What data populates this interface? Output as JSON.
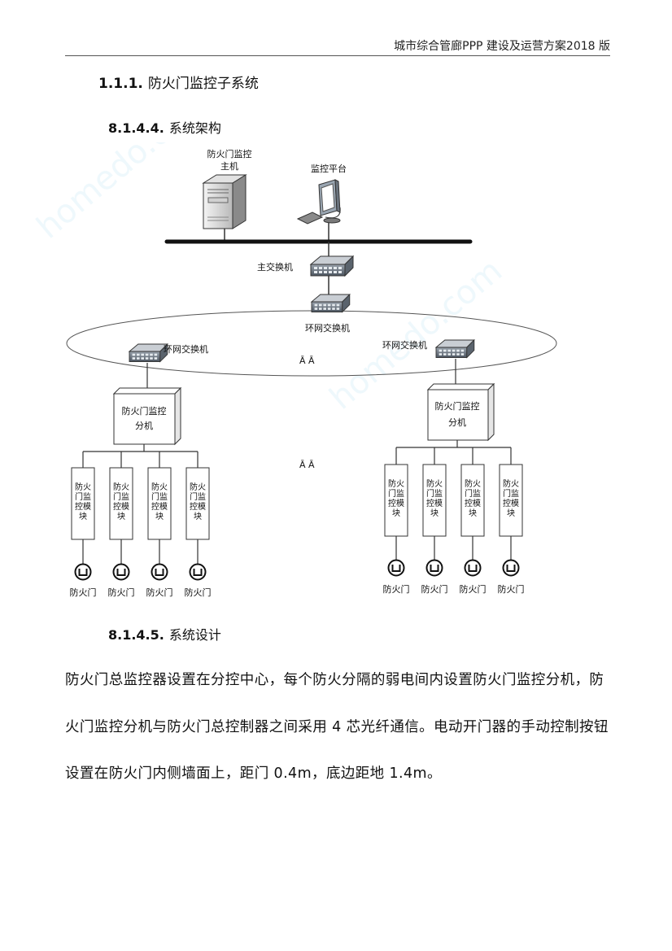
{
  "header": {
    "title": "城市综合管廊PPP 建设及运营方案2018 版"
  },
  "section": {
    "number": "1.1.1.",
    "title": "防火门监控子系统"
  },
  "sub1": {
    "number": "8.1.4.4.",
    "title": "系统架构"
  },
  "sub2": {
    "number": "8.1.4.5.",
    "title": "系统设计"
  },
  "diagram": {
    "host_label_1": "防火门监控",
    "host_label_2": "主机",
    "platform_label": "监控平台",
    "main_switch_label": "主交换机",
    "ring_switch_label": "环网交换机",
    "ellipsis": "Ā Ā",
    "sub_host_1": "防火门监控",
    "sub_host_2": "分机",
    "module_text": [
      "防火",
      "门监",
      "控模",
      "块"
    ],
    "door_label": "防火门"
  },
  "body": {
    "paragraph": "防火门总监控器设置在分控中心，每个防火分隔的弱电间内设置防火门监控分机，防火门监控分机与防火门总控制器之间采用 4 芯光纤通信。电动开门器的手动控制按钮设置在防火门内侧墙面上，距门 0.4m，底边距地 1.4m。"
  }
}
